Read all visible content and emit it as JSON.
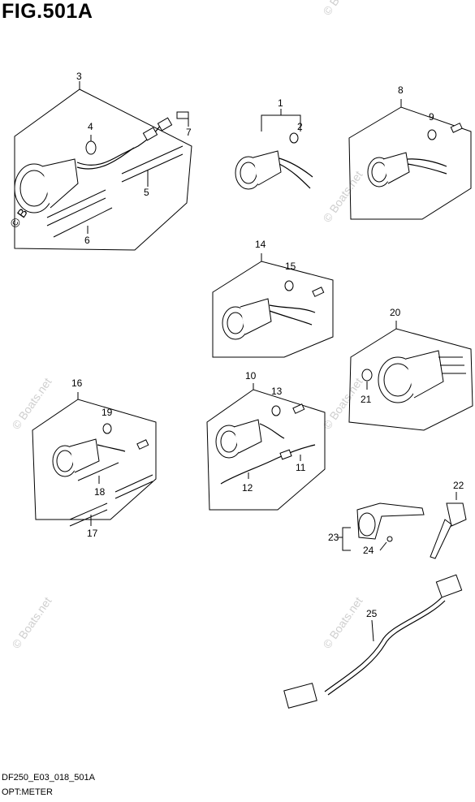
{
  "figure": {
    "title": "FIG.501A",
    "code": "DF250_E03_018_501A",
    "name": "OPT:METER"
  },
  "watermark": "© Boats.net",
  "callouts": [
    "1",
    "2",
    "3",
    "4",
    "5",
    "6",
    "7",
    "8",
    "9",
    "10",
    "11",
    "12",
    "13",
    "14",
    "15",
    "16",
    "17",
    "18",
    "19",
    "20",
    "21",
    "22",
    "23",
    "24",
    "25"
  ]
}
